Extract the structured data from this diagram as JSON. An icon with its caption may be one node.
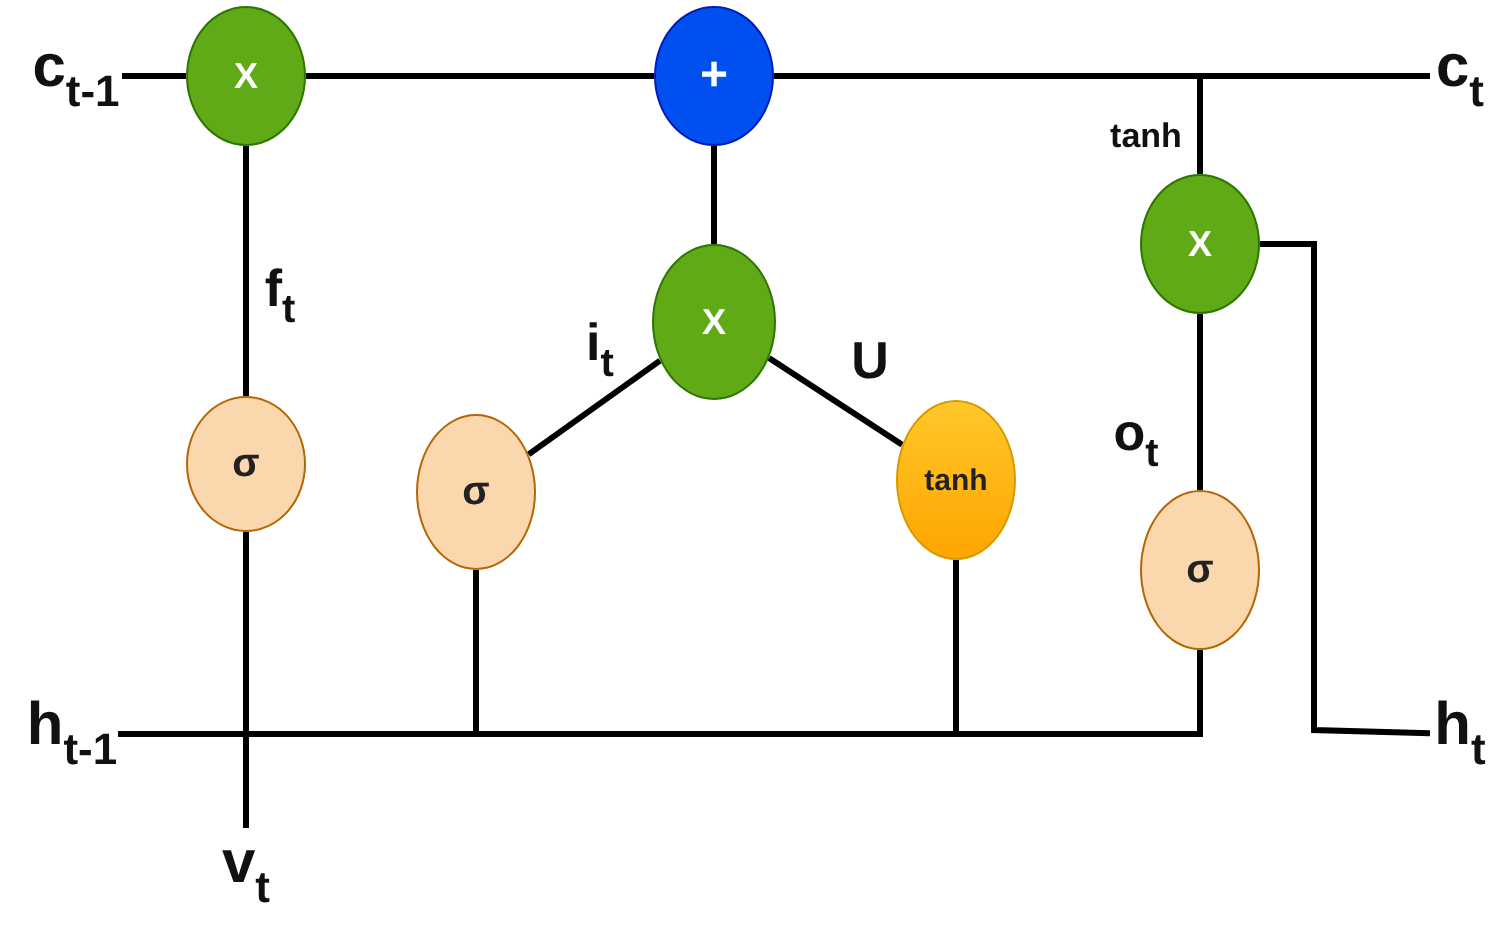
{
  "diagram": {
    "nodes": [
      {
        "text": [
          "c$_{t-1}$"
        ]
      },
      {
        "text": [
          "X"
        ]
      },
      {
        "text": [
          "+"
        ]
      },
      {
        "text": [
          "c$_{t}$"
        ]
      },
      {
        "text": [
          "X"
        ]
      },
      {
        "text": [
          "σ"
        ]
      },
      {
        "text": [
          "σ"
        ]
      },
      {
        "text": [
          "tanh"
        ]
      },
      {
        "text": [
          "X"
        ]
      },
      {
        "text": [
          "σ"
        ]
      },
      {
        "text": [
          "h$_{t-1}$"
        ]
      },
      {
        "text": [
          "h$_{t}$"
        ]
      },
      {
        "text": [
          "v$_{t}$"
        ]
      }
    ],
    "edges": [
      {
        "from": 0,
        "to": 1,
        "arrow": "none"
      },
      {
        "from": 1,
        "to": 2,
        "arrow": "none"
      },
      {
        "from": 2,
        "to": 3,
        "arrow": "none"
      },
      {
        "from": 2,
        "to": 8,
        "arrow": "none",
        "label": "tanh"
      },
      {
        "from": 4,
        "to": 2,
        "arrow": "none"
      },
      {
        "from": 5,
        "to": 1,
        "arrow": "none",
        "label": "f$_{t}$"
      },
      {
        "from": 6,
        "to": 4,
        "arrow": "none",
        "label": "i$_{t}$"
      },
      {
        "from": 7,
        "to": 4,
        "arrow": "none",
        "label": "U"
      },
      {
        "from": 9,
        "to": 8,
        "arrow": "none",
        "label": "o$_{t}$"
      },
      {
        "from": 8,
        "to": 11,
        "arrow": "none"
      },
      {
        "from": 10,
        "to": 5,
        "arrow": "none"
      },
      {
        "from": 10,
        "to": 6,
        "arrow": "none"
      },
      {
        "from": 10,
        "to": 7,
        "arrow": "none"
      },
      {
        "from": 10,
        "to": 9,
        "arrow": "none"
      },
      {
        "from": 12,
        "to": 5,
        "arrow": "none"
      }
    ]
  }
}
